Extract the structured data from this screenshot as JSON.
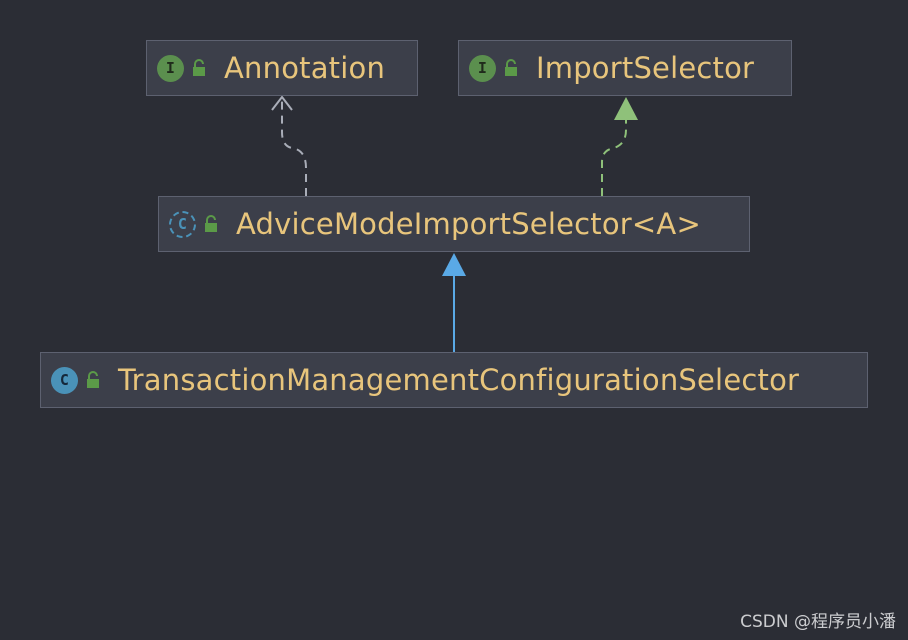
{
  "nodes": {
    "annotation": {
      "label": "Annotation",
      "badge": "I",
      "kind": "interface"
    },
    "import_selector": {
      "label": "ImportSelector",
      "badge": "I",
      "kind": "interface"
    },
    "advice_mode": {
      "label": "AdviceModeImportSelector<A>",
      "badge": "C",
      "kind": "abstract class"
    },
    "transaction_selector": {
      "label": "TransactionManagementConfigurationSelector",
      "badge": "C",
      "kind": "class"
    }
  },
  "edges": [
    {
      "from": "AdviceModeImportSelector<A>",
      "to": "Annotation",
      "style": "dashed",
      "arrow": "open",
      "color": "#a9adb8"
    },
    {
      "from": "AdviceModeImportSelector<A>",
      "to": "ImportSelector",
      "style": "dashed",
      "arrow": "filled",
      "color": "#8fc17a"
    },
    {
      "from": "TransactionManagementConfigurationSelector",
      "to": "AdviceModeImportSelector<A>",
      "style": "solid",
      "arrow": "filled",
      "color": "#5aa9e6"
    }
  ],
  "colors": {
    "background": "#2b2d35",
    "node_fill": "#3c3f4a",
    "label_text": "#e8c57c",
    "interface_badge": "#5b8f4e",
    "class_badge": "#4a92b8"
  },
  "watermark": "CSDN @程序员小潘"
}
